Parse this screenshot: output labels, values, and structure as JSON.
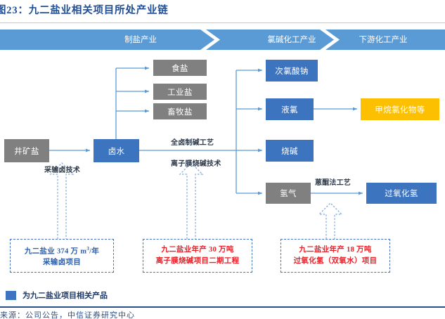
{
  "figure": {
    "title": "图23：九二盐业相关项目所处产业链"
  },
  "value_chain_band": {
    "stages": [
      {
        "label": "制盐产业"
      },
      {
        "label": "氯碱化工产业"
      },
      {
        "label": "下游化工产业"
      }
    ],
    "color": "#5b9bd5"
  },
  "nodes": {
    "well_salt": {
      "label": "井矿盐",
      "color": "#808080"
    },
    "brine": {
      "label": "卤水",
      "color": "#3d74c0"
    },
    "edible_salt": {
      "label": "食盐",
      "color": "#808080"
    },
    "industrial_salt": {
      "label": "工业盐",
      "color": "#808080"
    },
    "livestock_salt": {
      "label": "畜牧盐",
      "color": "#808080"
    },
    "sodium_hypochlorite": {
      "label": "次氯酸钠",
      "color": "#3d74c0"
    },
    "liquid_chlorine": {
      "label": "液氯",
      "color": "#3d74c0"
    },
    "caustic_soda": {
      "label": "烧碱",
      "color": "#3d74c0"
    },
    "hydrogen": {
      "label": "氢气",
      "color": "#808080"
    },
    "methane_chlorides": {
      "label": "甲烷氯化物等",
      "color": "#fdc000"
    },
    "hydrogen_peroxide": {
      "label": "过氧化氢",
      "color": "#3d74c0"
    }
  },
  "edge_labels": {
    "brine_extraction": "采输卤技术",
    "full_brine_alkali": "全卤制碱工艺",
    "ion_membrane": "离子膜烧碱技术",
    "anthraquinone": "蒽醌法工艺"
  },
  "project_callouts": [
    {
      "line1_pre": "九二盐业 374 万 m",
      "line1_sup": "3",
      "line1_post": "/年",
      "line2": "采输卤项目",
      "color": "#2f5fa8"
    },
    {
      "line1": "九二盐业年产 30 万吨",
      "line2": "离子膜烧碱项目二期工程",
      "color": "#e8222a"
    },
    {
      "line1": "九二盐业年产 18 万吨",
      "line2": "过氧化氢（双氧水）项目",
      "color": "#e8222a"
    }
  ],
  "legend": {
    "swatch_color": "#3d74c0",
    "text": "为九二盐业项目相关产品"
  },
  "footer": {
    "source": "来源：公司公告，中信证券研究中心"
  }
}
